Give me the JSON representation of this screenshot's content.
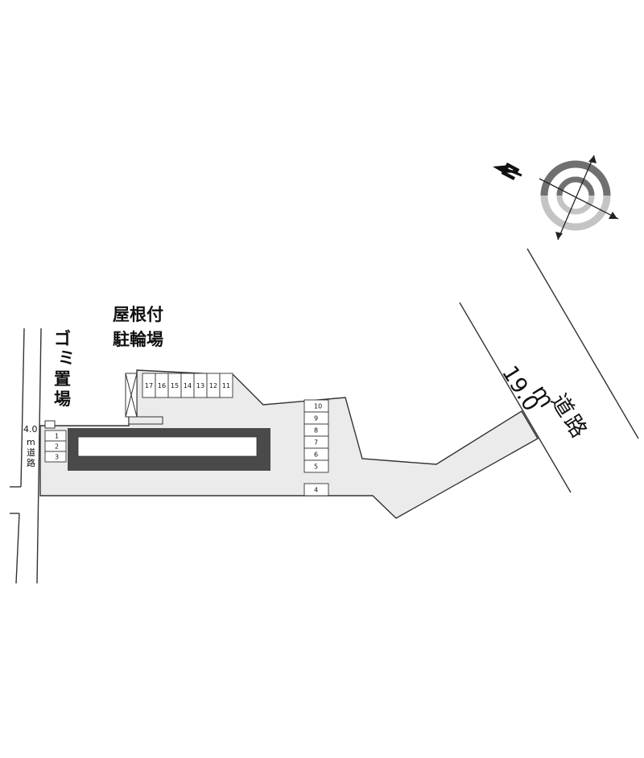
{
  "colors": {
    "site_fill": "#ebebeb",
    "building_fill": "#4a4a4a",
    "outline": "#333333",
    "compass_dark": "#707070",
    "compass_light": "#c4c4c4"
  },
  "compass": {
    "north_label": "N",
    "icon": "compass-rose-icon"
  },
  "labels": {
    "bicycle_parking": [
      "屋根付",
      "駐輪場"
    ],
    "garbage_area": [
      "ゴ",
      "ミ",
      "置",
      "場"
    ]
  },
  "roads": {
    "main": {
      "width": "19.0",
      "unit_chars": [
        "m",
        "道",
        "路"
      ]
    },
    "side": {
      "width": "4.0",
      "unit_chars": [
        "m",
        "道",
        "路"
      ]
    }
  },
  "parking": {
    "left_column": [
      "1",
      "2",
      "3"
    ],
    "top_row": [
      "17",
      "16",
      "15",
      "14",
      "13",
      "12",
      "11"
    ],
    "right_column": [
      "10",
      "9",
      "8",
      "7",
      "6",
      "5"
    ],
    "standalone": "4"
  }
}
